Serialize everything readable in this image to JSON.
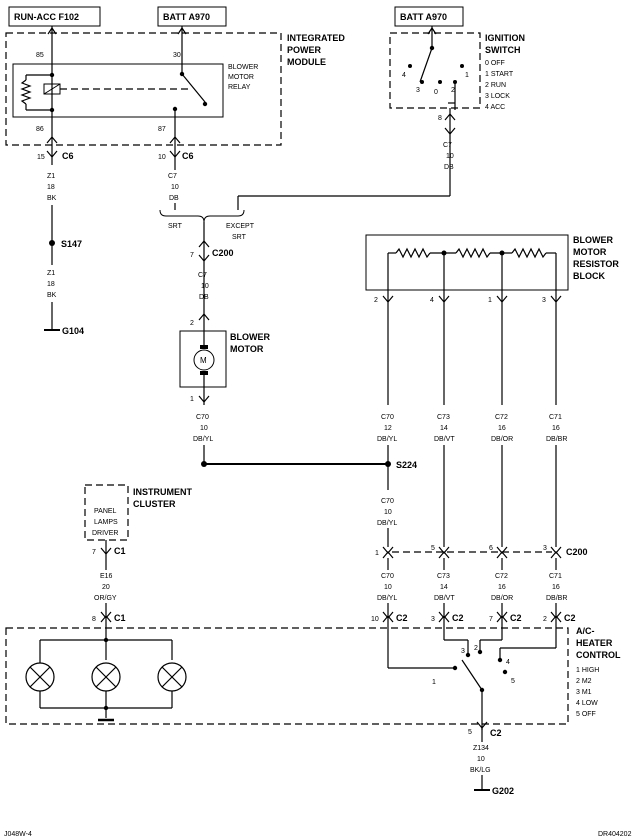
{
  "source_boxes": {
    "run_acc": "RUN-ACC F102",
    "batt_left": "BATT A970",
    "batt_right": "BATT A970"
  },
  "modules": {
    "ipm": [
      "INTEGRATED",
      "POWER",
      "MODULE"
    ],
    "relay": [
      "BLOWER",
      "MOTOR",
      "RELAY"
    ],
    "ignition": [
      "IGNITION",
      "SWITCH"
    ],
    "ignition_positions": [
      "0 OFF",
      "1 START",
      "2 RUN",
      "3 LOCK",
      "4 ACC"
    ],
    "resistor_block": [
      "BLOWER",
      "MOTOR",
      "RESISTOR",
      "BLOCK"
    ],
    "blower_motor": [
      "BLOWER",
      "MOTOR"
    ],
    "motor_symbol": "M",
    "instrument_cluster": [
      "INSTRUMENT",
      "CLUSTER"
    ],
    "panel_lamps": [
      "PANEL",
      "LAMPS",
      "DRIVER"
    ],
    "hvac": [
      "A/C-",
      "HEATER",
      "CONTROL"
    ],
    "hvac_positions": [
      "1 HIGH",
      "2 M2",
      "3 M1",
      "4 LOW",
      "5 OFF"
    ]
  },
  "splices": {
    "s147": "S147",
    "s224": "S224"
  },
  "grounds": {
    "g104": "G104",
    "g202": "G202"
  },
  "wires": {
    "z1_top": [
      "Z1",
      "18",
      "BK"
    ],
    "z1_bottom": [
      "Z1",
      "18",
      "BK"
    ],
    "c7_right": [
      "C7",
      "10",
      "DB"
    ],
    "c7_left": [
      "C7",
      "10",
      "DB"
    ],
    "c7_motor": [
      "C7",
      "10",
      "DB"
    ],
    "c70_motor": [
      "C70",
      "10",
      "DB/YL"
    ],
    "c70_res": [
      "C70",
      "12",
      "DB/YL"
    ],
    "c73_res": [
      "C73",
      "14",
      "DB/VT"
    ],
    "c72_res": [
      "C72",
      "16",
      "DB/OR"
    ],
    "c71_res": [
      "C71",
      "16",
      "DB/BR"
    ],
    "c70_s224": [
      "C70",
      "10",
      "DB/YL"
    ],
    "c70_low": [
      "C70",
      "10",
      "DB/YL"
    ],
    "c73_low": [
      "C73",
      "14",
      "DB/VT"
    ],
    "c72_low": [
      "C72",
      "16",
      "DB/OR"
    ],
    "c71_low": [
      "C71",
      "16",
      "DB/BR"
    ],
    "e16": [
      "E16",
      "20",
      "OR/GY"
    ],
    "z134": [
      "Z134",
      "10",
      "BK/LG"
    ]
  },
  "connectors": {
    "c6": "C6",
    "c200": "C200",
    "c1": "C1",
    "c2": "C2"
  },
  "pins": {
    "p85": "85",
    "p86": "86",
    "p30": "30",
    "p87": "87",
    "p8": "8",
    "p15": "15",
    "p10": "10",
    "p7": "7",
    "p2": "2",
    "p1": "1",
    "p4": "4",
    "p3": "3",
    "p5": "5",
    "p6": "6",
    "ign_0": "0",
    "ign_1": "1",
    "ign_2": "2",
    "ign_3": "3",
    "ign_4": "4",
    "hv_1": "1",
    "hv_2": "2",
    "hv_3": "3",
    "hv_4": "4",
    "hv_5": "5"
  },
  "options": {
    "srt": "SRT",
    "except": "EXCEPT",
    "except_srt": "SRT"
  },
  "footer": {
    "left": "J048W-4",
    "right": "DR404202"
  }
}
